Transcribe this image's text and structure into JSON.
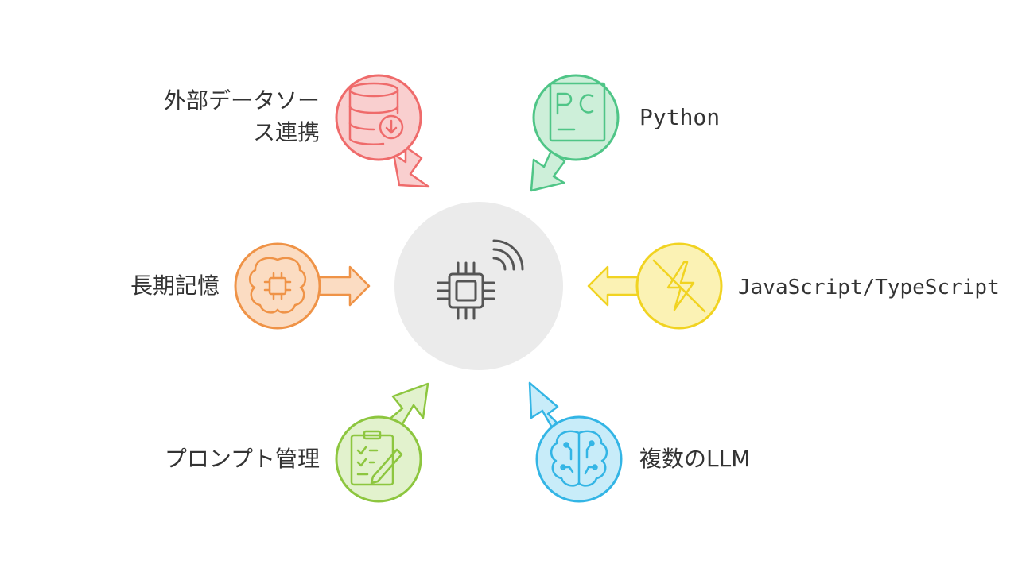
{
  "nodes": {
    "external_data": {
      "label": "外部データソー\nス連携",
      "icon": "database-download-icon",
      "color": "#ef6b6b",
      "fill": "#f9cfcf"
    },
    "python": {
      "label": "Python",
      "icon": "pycharm-icon",
      "color": "#4fc587",
      "fill": "#cdefd9"
    },
    "long_term_memory": {
      "label": "長期記憶",
      "icon": "brain-chip-icon",
      "color": "#ef9347",
      "fill": "#fbdcc2"
    },
    "javascript": {
      "label": "JavaScript/TypeScript",
      "icon": "lightning-slash-icon",
      "color": "#f1d321",
      "fill": "#fbf2b4"
    },
    "prompt_management": {
      "label": "プロンプト管理",
      "icon": "clipboard-checklist-icon",
      "color": "#8dc63f",
      "fill": "#e2f2cd"
    },
    "multiple_llm": {
      "label": "複数のLLM",
      "icon": "brain-circuit-icon",
      "color": "#33b5e5",
      "fill": "#c8ecf9"
    }
  },
  "center": {
    "icon": "chip-wireless-icon",
    "fill": "#ebebeb",
    "stroke": "#555555"
  }
}
